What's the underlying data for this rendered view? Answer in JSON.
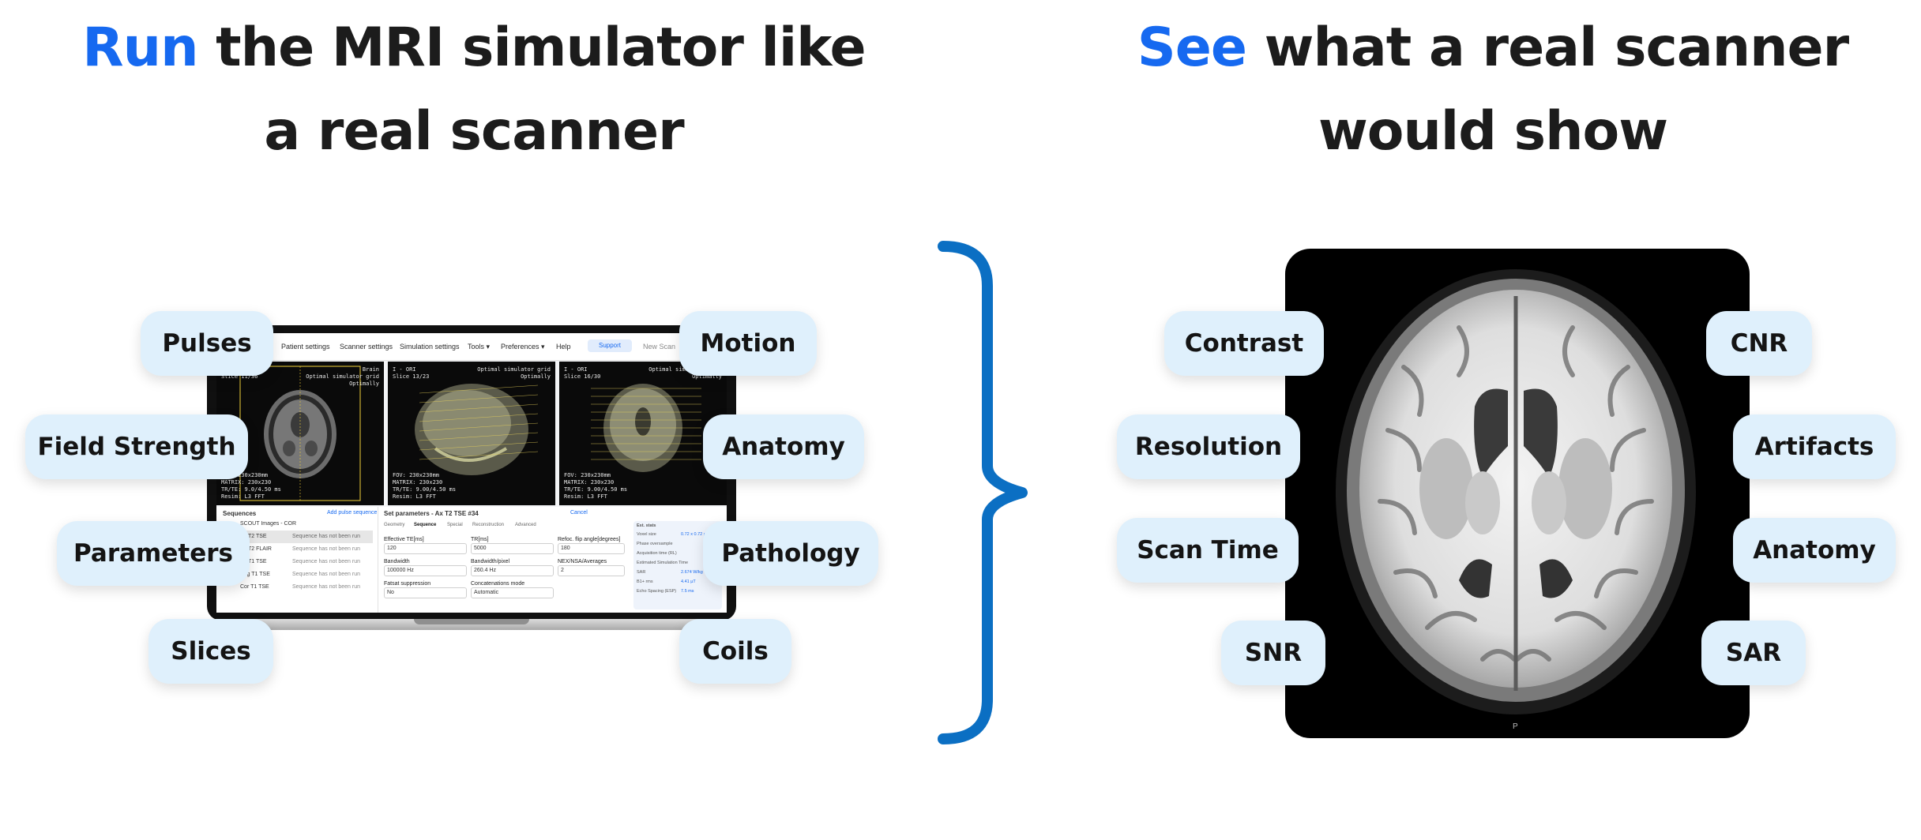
{
  "left_heading": {
    "accent": "Run",
    "rest": " the MRI simulator like a real scanner"
  },
  "right_heading": {
    "accent": "See",
    "rest": " what a real scanner would show"
  },
  "left_pills": [
    "Pulses",
    "Field Strength",
    "Parameters",
    "Slices",
    "Motion",
    "Anatomy",
    "Pathology",
    "Coils"
  ],
  "right_pills": [
    "Contrast",
    "Resolution",
    "Scan Time",
    "SNR",
    "CNR",
    "Artifacts",
    "Anatomy",
    "SAR"
  ],
  "laptop": {
    "menu": [
      "Patient settings",
      "Scanner settings",
      "Simulation settings",
      "Tools ▾",
      "Preferences ▾",
      "Help"
    ],
    "support": "Support",
    "new_scan": "New Scan",
    "viewers": [
      {
        "top_left": "I - ORI\nSlice 11/36",
        "top_right": "Brain\nOptimal simulator grid\nOptimally",
        "bottom_left": "FOV: 230x230mm\nMATRIX: 230x230\nTR/TE: 9.0/4.50 ms\nResim: L3 FFT"
      },
      {
        "top_left": "I - ORI\nSlice 13/23",
        "top_right": "Optimal simulator grid\nOptimally",
        "bottom_left": "FOV: 230x230mm\nMATRIX: 230x230\nTR/TE: 9.00/4.50 ms\nResim: L3 FFT"
      },
      {
        "top_left": "I - ORI\nSlice 16/30",
        "top_right": "Optimal simulator grid\nOptimally",
        "bottom_left": "FOV: 230x230mm\nMATRIX: 230x230\nTR/TE: 9.00/4.50 ms\nResim: L3 FFT"
      }
    ],
    "sequences_title": "Sequences",
    "add_pulse": "Add pulse sequence",
    "scout": "SCOUT Images - COR",
    "sequences": [
      {
        "name": "Ax T2 TSE",
        "status": "Sequence has not been run"
      },
      {
        "name": "Ax T2 FLAIR",
        "status": "Sequence has not been run"
      },
      {
        "name": "Ax T1 TSE",
        "status": "Sequence has not been run"
      },
      {
        "name": "Sag T1 TSE",
        "status": "Sequence has not been run"
      },
      {
        "name": "Cor T1 TSE",
        "status": "Sequence has not been run"
      }
    ],
    "set_params": "Set parameters - Ax T2 TSE #34",
    "cancel": "Cancel",
    "tabs": [
      "Geometry",
      "Sequence",
      "Special",
      "Reconstruction",
      "Advanced"
    ],
    "fields": [
      {
        "label": "Effective TE[ms]",
        "value": "120"
      },
      {
        "label": "TR[ms]",
        "value": "5000"
      },
      {
        "label": "Refoc. flip angle[degrees]",
        "value": "180"
      },
      {
        "label": "Bandwidth",
        "value": "100000 Hz"
      },
      {
        "label": "Bandwidth/pixel",
        "value": "260.4 Hz"
      },
      {
        "label": "NEX/NSA/Averages",
        "value": "2"
      },
      {
        "label": "Fatsat suppression",
        "value": "No"
      },
      {
        "label": "Concatenations mode",
        "value": "Automatic"
      }
    ],
    "stats_title": "Est. stats",
    "stats": [
      "Voxel size",
      "Phase oversample",
      "Acquisition time (RL)",
      "Estimated Simulation Time",
      "SAR",
      "B1+ rms",
      "Echo Spacing (ESP)"
    ],
    "stats_values": [
      "0.72 x 0.72 x 5",
      "",
      "",
      "",
      "2.674 W/kg",
      "4.41 µT",
      "7.5 ms"
    ]
  },
  "mri_orientation": "P",
  "colors": {
    "accent": "#1669f0",
    "pill_bg": "#dff0fc",
    "brace": "#0b6fc3",
    "text": "#1c1c1c"
  }
}
